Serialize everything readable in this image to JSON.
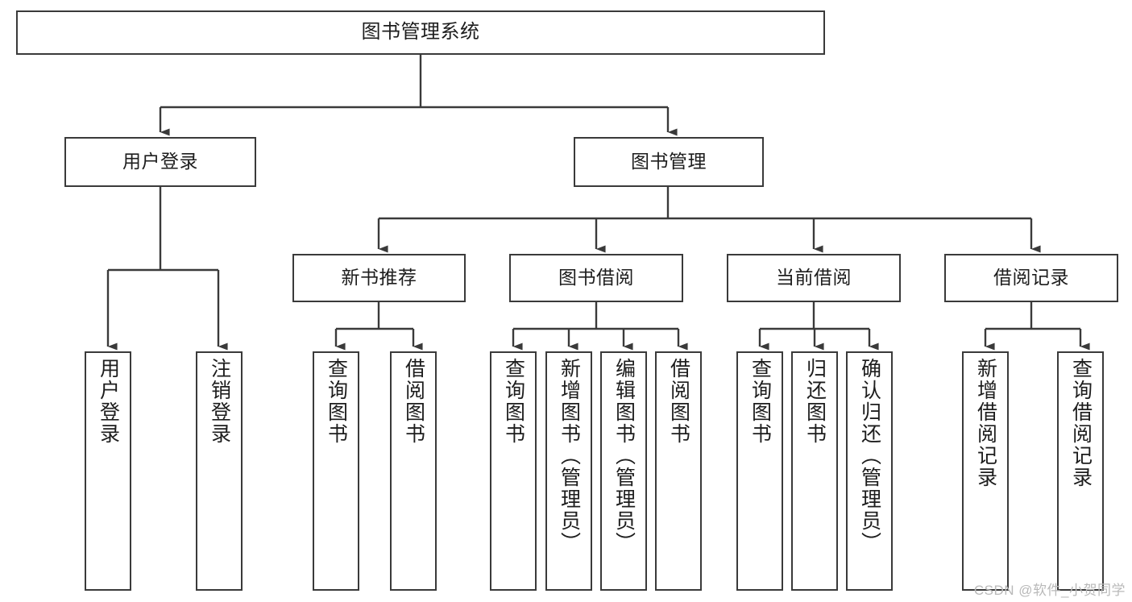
{
  "diagram": {
    "title": "图书管理系统",
    "type": "tree-hierarchy",
    "watermark": "CSDN @软件_小贺同学",
    "colors": {
      "stroke": "#3a3a3a",
      "fill": "#ffffff",
      "text": "#1d1d1d",
      "watermark": "#b9b9b9"
    },
    "nodes": {
      "root": {
        "label": "图书管理系统"
      },
      "level2": [
        {
          "id": "user-login",
          "label": "用户登录"
        },
        {
          "id": "book-management",
          "label": "图书管理"
        }
      ],
      "level3": [
        {
          "id": "new-book-recommend",
          "label": "新书推荐"
        },
        {
          "id": "book-borrow",
          "label": "图书借阅"
        },
        {
          "id": "current-borrow",
          "label": "当前借阅"
        },
        {
          "id": "borrow-record",
          "label": "借阅记录"
        }
      ],
      "leaves": {
        "user-login": [
          {
            "id": "leaf-user-login",
            "label": "用户登录"
          },
          {
            "id": "leaf-user-logout",
            "label": "注销登录"
          }
        ],
        "new-book-recommend": [
          {
            "id": "leaf-query-book-1",
            "label": "查询图书"
          },
          {
            "id": "leaf-borrow-book-1",
            "label": "借阅图书"
          }
        ],
        "book-borrow": [
          {
            "id": "leaf-query-book-2",
            "label": "查询图书"
          },
          {
            "id": "leaf-add-book",
            "label": "新增图书（管理员）"
          },
          {
            "id": "leaf-edit-book",
            "label": "编辑图书（管理员）"
          },
          {
            "id": "leaf-borrow-book-2",
            "label": "借阅图书"
          }
        ],
        "current-borrow": [
          {
            "id": "leaf-query-book-3",
            "label": "查询图书"
          },
          {
            "id": "leaf-return-book",
            "label": "归还图书"
          },
          {
            "id": "leaf-confirm-return",
            "label": "确认归还（管理员）"
          }
        ],
        "borrow-record": [
          {
            "id": "leaf-add-record",
            "label": "新增借阅记录"
          },
          {
            "id": "leaf-query-record",
            "label": "查询借阅记录"
          }
        ]
      }
    }
  }
}
